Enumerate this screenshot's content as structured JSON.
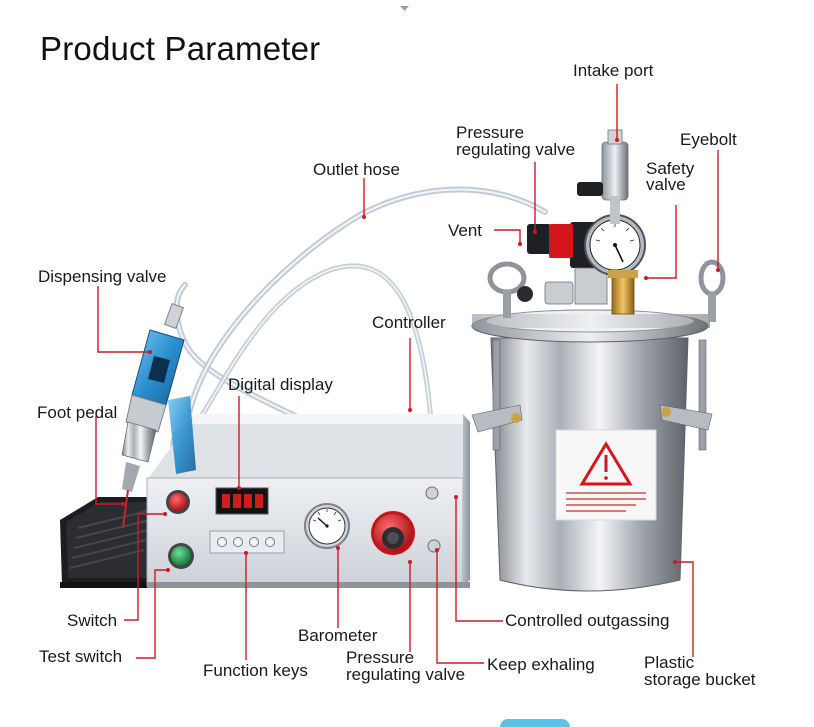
{
  "title": "Product Parameter",
  "labels": {
    "intake_port": "Intake port",
    "pressure_valve_top_1": "Pressure",
    "pressure_valve_top_2": "regulating valve",
    "eyebolt": "Eyebolt",
    "safety_valve_1": "Safety",
    "safety_valve_2": "valve",
    "outlet_hose": "Outlet hose",
    "vent": "Vent",
    "dispensing_valve": "Dispensing valve",
    "controller": "Controller",
    "digital_display": "Digital display",
    "foot_pedal": "Foot pedal",
    "switch": "Switch",
    "test_switch": "Test switch",
    "barometer": "Barometer",
    "function_keys": "Function keys",
    "pressure_valve_bottom_1": "Pressure",
    "pressure_valve_bottom_2": "regulating valve",
    "keep_exhaling": "Keep exhaling",
    "controlled_outgassing": "Controlled outgassing",
    "plastic_bucket_1": "Plastic",
    "plastic_bucket_2": "storage bucket"
  },
  "colors": {
    "leader_line": "#d0191f",
    "stainless": "#c9ccd0",
    "valve_blue": "#2a8fd0",
    "switch_red": "#d4161c",
    "switch_green": "#1f9a4a"
  }
}
